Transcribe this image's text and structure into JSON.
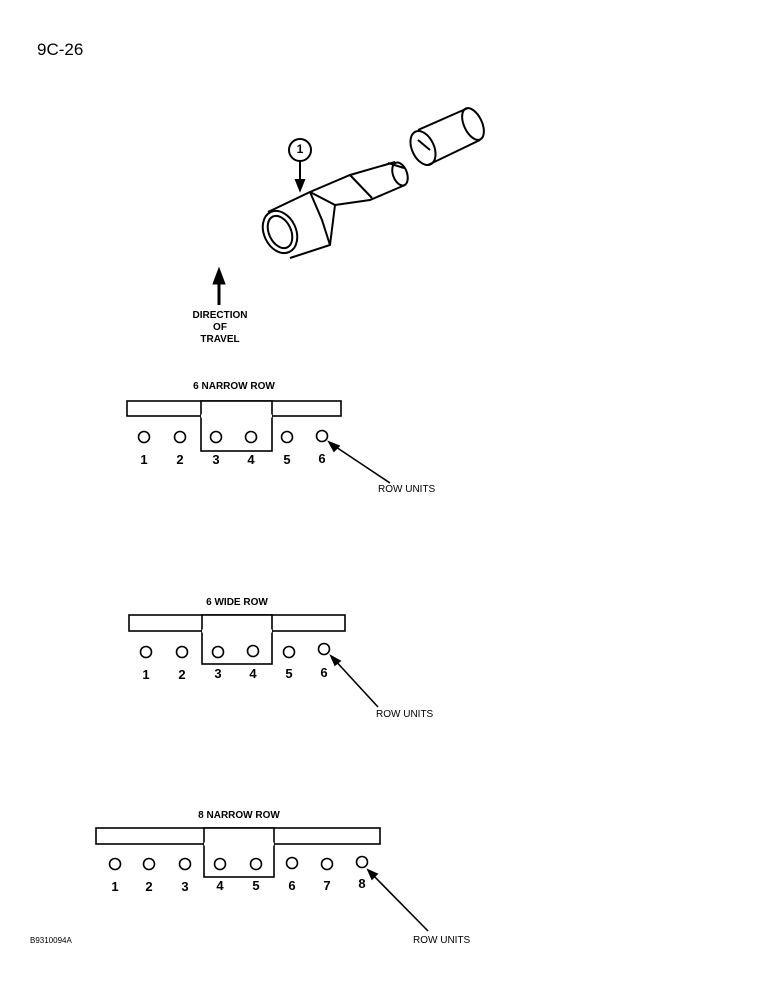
{
  "page": {
    "number": "9C-26",
    "figure_id": "B9310094A"
  },
  "callout": {
    "number": "1"
  },
  "direction": {
    "line1": "DIRECTION",
    "line2": "OF",
    "line3": "TRAVEL"
  },
  "diagrams": [
    {
      "title": "6 NARROW ROW",
      "units": [
        "1",
        "2",
        "3",
        "4",
        "5",
        "6"
      ],
      "pointer_label": "ROW UNITS"
    },
    {
      "title": "6 WIDE ROW",
      "units": [
        "1",
        "2",
        "3",
        "4",
        "5",
        "6"
      ],
      "pointer_label": "ROW UNITS"
    },
    {
      "title": "8 NARROW ROW",
      "units": [
        "1",
        "2",
        "3",
        "4",
        "5",
        "6",
        "7",
        "8"
      ],
      "pointer_label": "ROW UNITS"
    }
  ]
}
